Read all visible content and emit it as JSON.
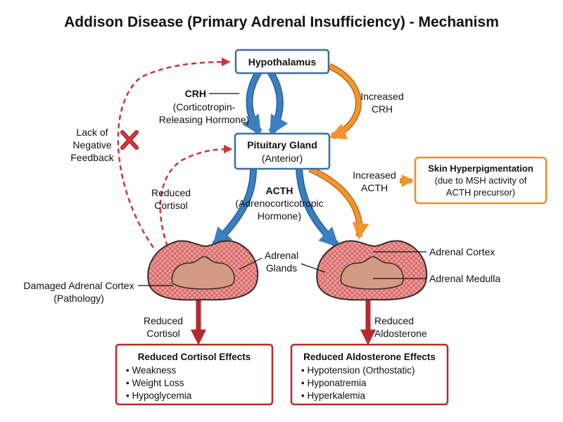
{
  "title": "Addison Disease (Primary Adrenal Insufficiency) - Mechanism",
  "hypothalamus": {
    "label": "Hypothalamus"
  },
  "pituitary": {
    "label": "Pituitary Gland",
    "sublabel": "(Anterior)"
  },
  "crh": {
    "abbr": "CRH",
    "line1": "(Corticotropin-",
    "line2": "Releasing Hormone)"
  },
  "acth": {
    "abbr": "ACTH",
    "line1": "(Adrenocorticotropic",
    "line2": "Hormone)"
  },
  "increased_crh": {
    "line1": "Increased",
    "line2": "CRH"
  },
  "increased_acth": {
    "line1": "Increased",
    "line2": "ACTH"
  },
  "lack_feedback": {
    "line1": "Lack of",
    "line2": "Negative",
    "line3": "Feedback"
  },
  "reduced_cortisol_feedback": {
    "line1": "Reduced",
    "line2": "Cortisol"
  },
  "skin": {
    "title": "Skin Hyperpigmentation",
    "line1": "(due to MSH activity of",
    "line2": "ACTH precursor)"
  },
  "adrenal_glands": {
    "line1": "Adrenal",
    "line2": "Glands"
  },
  "damaged_cortex": {
    "line1": "Damaged Adrenal Cortex",
    "line2": "(Pathology)"
  },
  "adrenal_cortex": "Adrenal Cortex",
  "adrenal_medulla": "Adrenal Medulla",
  "reduced_cortisol_output": {
    "line1": "Reduced",
    "line2": "Cortisol"
  },
  "reduced_aldosterone_output": {
    "line1": "Reduced",
    "line2": "Aldosterone"
  },
  "cortisol_effects": {
    "title": "Reduced Cortisol Effects",
    "items": [
      "• Weakness",
      "• Weight Loss",
      "• Hypoglycemia"
    ]
  },
  "aldosterone_effects": {
    "title": "Reduced Aldosterone Effects",
    "items": [
      "• Hypotension (Orthostatic)",
      "• Hyponatremia",
      "• Hyperkalemia"
    ]
  },
  "colors": {
    "blue": "#3a7fc1",
    "node_border": "#3b6fa0",
    "orange": "#f0952f",
    "red": "#c8353a",
    "gland_fill": "#e89a98",
    "gland_outline": "#3a2a2a",
    "medulla_fill": "#d49a83"
  }
}
